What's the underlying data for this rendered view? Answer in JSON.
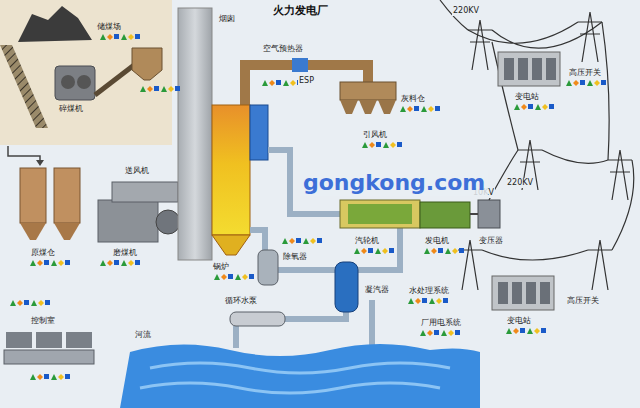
{
  "diagram": {
    "title": "火力发电厂",
    "labels": [
      "储煤场",
      "碎煤机",
      "烟囱",
      "空气预热器",
      "ESP",
      "灰料仓",
      "引风机",
      "送风机",
      "锅炉",
      "磨煤机",
      "原煤仓",
      "控制室",
      "汽轮机",
      "发电机",
      "变压器",
      "220KV",
      "220KV",
      "10KV",
      "变电站",
      "变电站",
      "高压开关",
      "高压开关",
      "除氧器",
      "凝汽器",
      "循环水泵",
      "水处理系统",
      "厂用电系统",
      "河流",
      "gongkong.com"
    ]
  }
}
